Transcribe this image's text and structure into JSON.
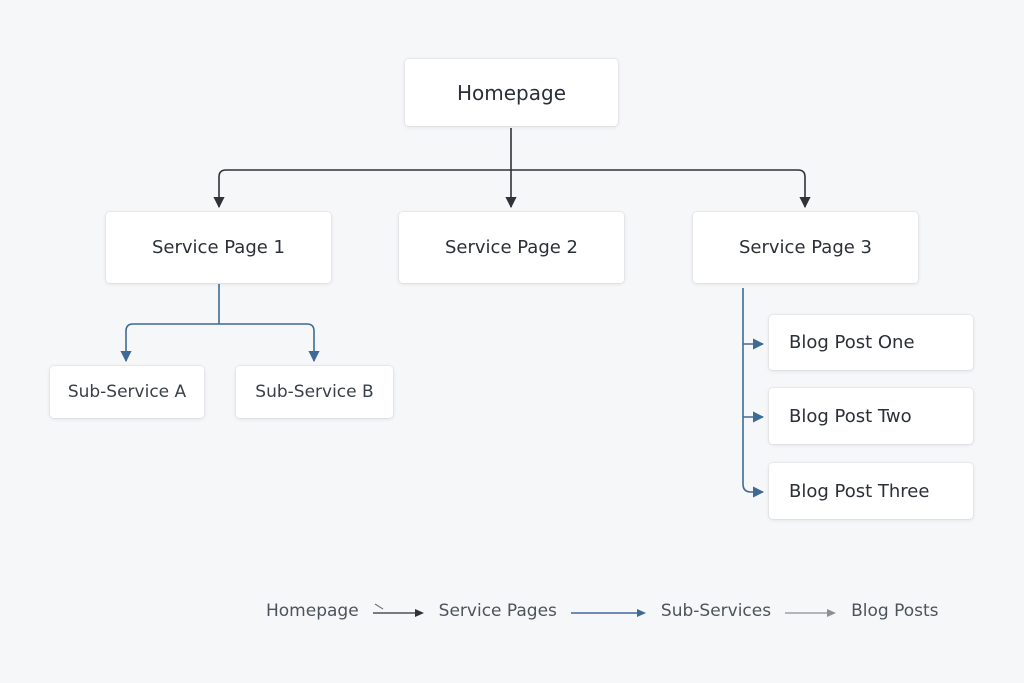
{
  "diagram": {
    "root": {
      "label": "Homepage"
    },
    "services": [
      {
        "label": "Service Page 1"
      },
      {
        "label": "Service Page 2"
      },
      {
        "label": "Service Page 3"
      }
    ],
    "sub_services": [
      {
        "label": "Sub-Service A"
      },
      {
        "label": "Sub-Service B"
      }
    ],
    "blog_posts": [
      {
        "label": "Blog Post One"
      },
      {
        "label": "Blog Post Two"
      },
      {
        "label": "Blog Post Three"
      }
    ]
  },
  "legend": {
    "items": [
      {
        "label": "Homepage"
      },
      {
        "label": "Service Pages"
      },
      {
        "label": "Sub-Services"
      },
      {
        "label": "Blog Posts"
      }
    ]
  },
  "colors": {
    "primary_connector": "#2f3237",
    "secondary_connector": "#3f6a96",
    "legend_muted_connector": "#8a8f96"
  }
}
